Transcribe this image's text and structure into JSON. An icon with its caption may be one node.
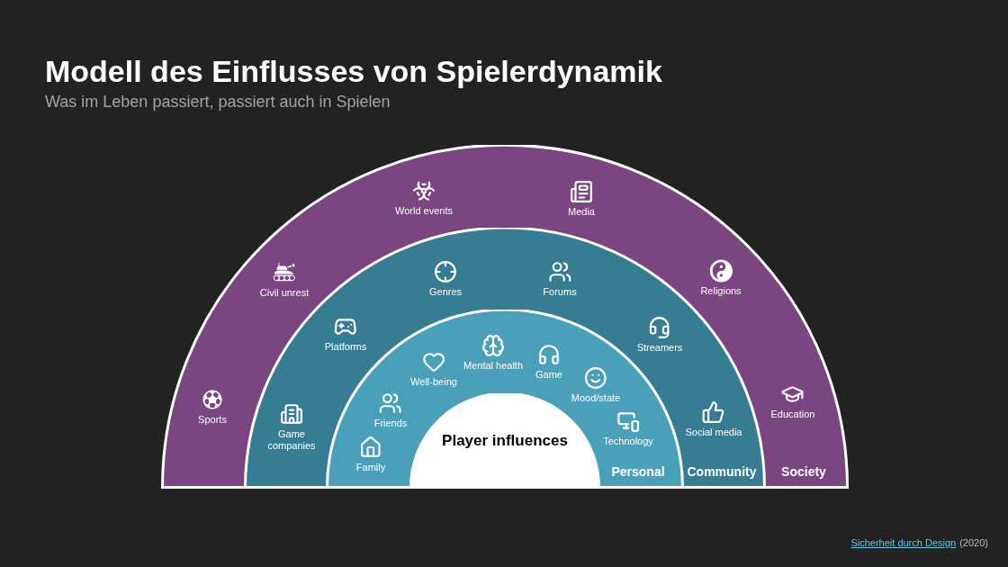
{
  "diagram": {
    "title": "Modell des Einflusses von Spielerdynamik",
    "nodes": [
      {
        "text": [
          "Society",
          "Sports",
          "Civil unrest",
          "World events",
          "Media",
          "Religions",
          "Education"
        ]
      },
      {
        "text": [
          "Community",
          "Game companies",
          "Platforms",
          "Genres",
          "Forums",
          "Streamers",
          "Social media"
        ],
        "in": 0
      },
      {
        "text": [
          "Personal",
          "Family",
          "Friends",
          "Well-being",
          "Mental health",
          "Game",
          "Mood/state",
          "Technology"
        ],
        "in": 1
      },
      {
        "text": [
          "Player influences"
        ],
        "in": 2
      }
    ],
    "labels": [
      "Was im Leben passiert, passiert auch in Spielen",
      "Sicherheit durch Design",
      "(2020)"
    ]
  }
}
